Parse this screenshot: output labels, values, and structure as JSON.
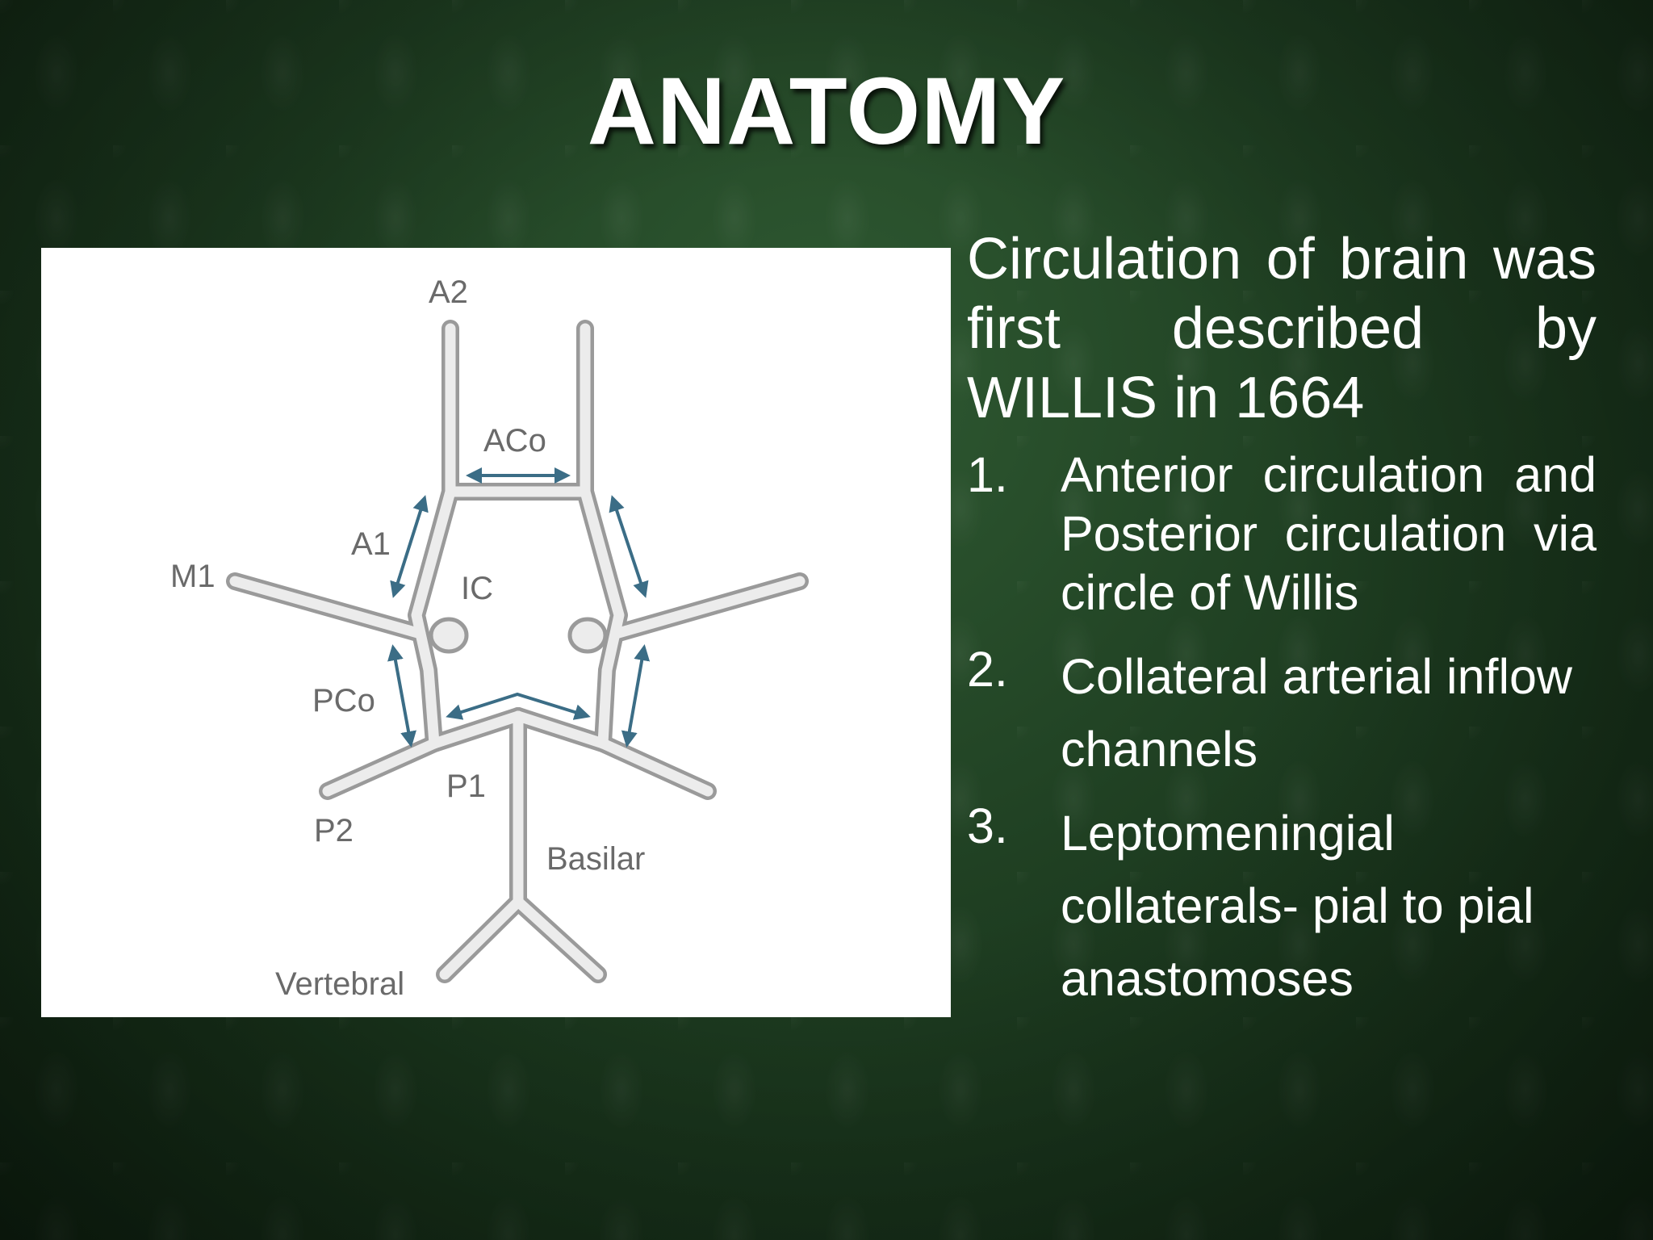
{
  "slide": {
    "title": "ANATOMY",
    "intro": "Circulation of brain was first described by WILLIS in 1664",
    "items": [
      {
        "number": "1.",
        "text": "Anterior circulation and Posterior circulation via circle of Willis"
      },
      {
        "number": "2.",
        "text": "Collateral arterial inflow channels"
      },
      {
        "number": "3.",
        "text": "Leptomeningial collaterals- pial to pial anastomoses"
      }
    ]
  },
  "diagram": {
    "labels": {
      "a2": "A2",
      "aco": "ACo",
      "a1": "A1",
      "m1": "M1",
      "ic": "IC",
      "pco": "PCo",
      "p1": "P1",
      "p2": "P2",
      "basilar": "Basilar",
      "vertebral": "Vertebral"
    },
    "colors": {
      "vessel_outline": "#9a9a9a",
      "vessel_fill": "#ececec",
      "arrow": "#3b6d86",
      "label": "#6a6a6a"
    }
  }
}
